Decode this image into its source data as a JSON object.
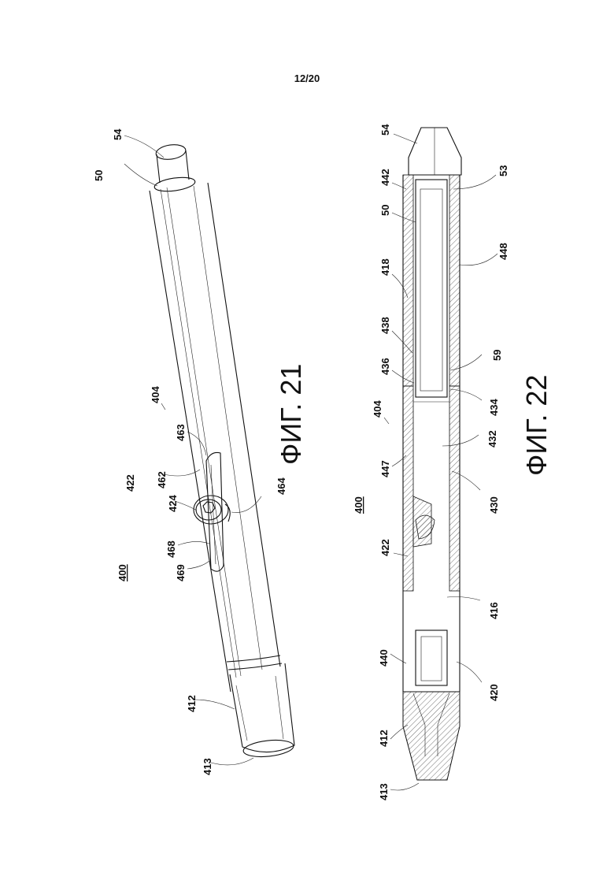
{
  "page_number": "12/20",
  "figure_21": {
    "caption": "ФИГ. 21",
    "labels": {
      "l54": "54",
      "l50": "50",
      "l404": "404",
      "l463": "463",
      "l462": "462",
      "l422": "422",
      "l424": "424",
      "l464": "464",
      "l468": "468",
      "l469": "469",
      "l400": "400",
      "l412": "412",
      "l413": "413"
    }
  },
  "figure_22": {
    "caption": "ФИГ. 22",
    "labels": {
      "l54": "54",
      "l442": "442",
      "l53": "53",
      "l50": "50",
      "l448": "448",
      "l418": "418",
      "l438": "438",
      "l436": "436",
      "l59": "59",
      "l434": "434",
      "l404": "404",
      "l432": "432",
      "l447": "447",
      "l430": "430",
      "l400": "400",
      "l422": "422",
      "l416": "416",
      "l440": "440",
      "l420": "420",
      "l412": "412",
      "l413": "413"
    }
  }
}
